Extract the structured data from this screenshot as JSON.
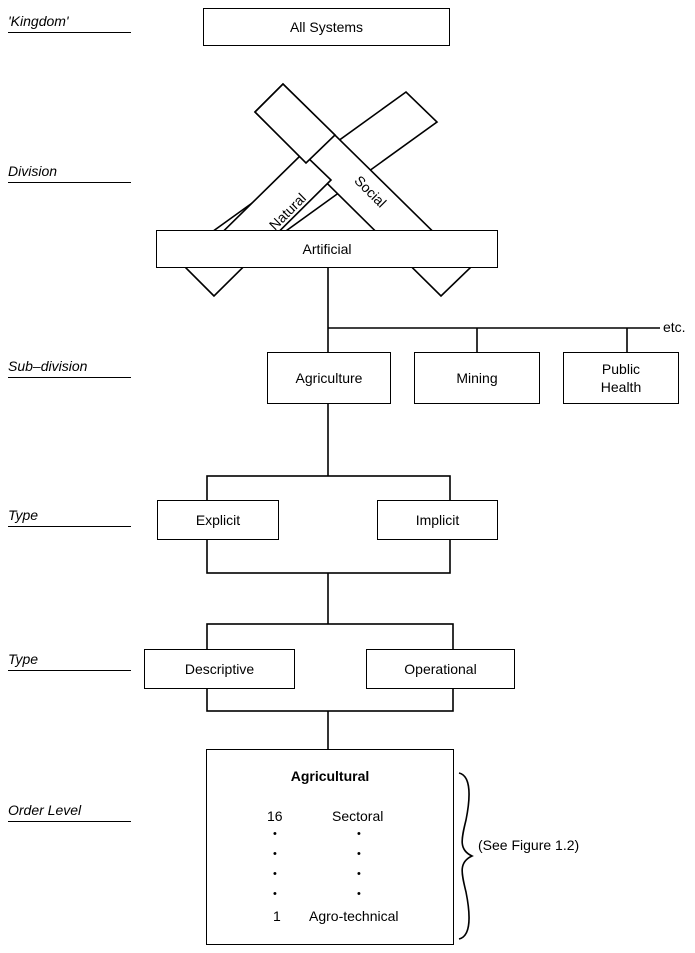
{
  "levels": [
    {
      "label": "'Kingdom'"
    },
    {
      "label": "Division"
    },
    {
      "label": "Sub–division"
    },
    {
      "label": "Type"
    },
    {
      "label": "Type"
    },
    {
      "label": "Order Level"
    }
  ],
  "kingdom": {
    "label": "All Systems"
  },
  "division": {
    "natural": "Natural",
    "social": "Social",
    "artificial": "Artificial"
  },
  "subdivision": {
    "items": [
      "Agriculture",
      "Mining",
      "Public\nHealth"
    ],
    "more": "etc."
  },
  "type1": {
    "items": [
      "Explicit",
      "Implicit"
    ]
  },
  "type2": {
    "items": [
      "Descriptive",
      "Operational"
    ]
  },
  "order_level": {
    "title": "Agricultural",
    "top_number": "16",
    "top_label": "Sectoral",
    "bottom_number": "1",
    "bottom_label": "Agro-technical",
    "dots": "•",
    "reference": "(See Figure 1.2)"
  }
}
